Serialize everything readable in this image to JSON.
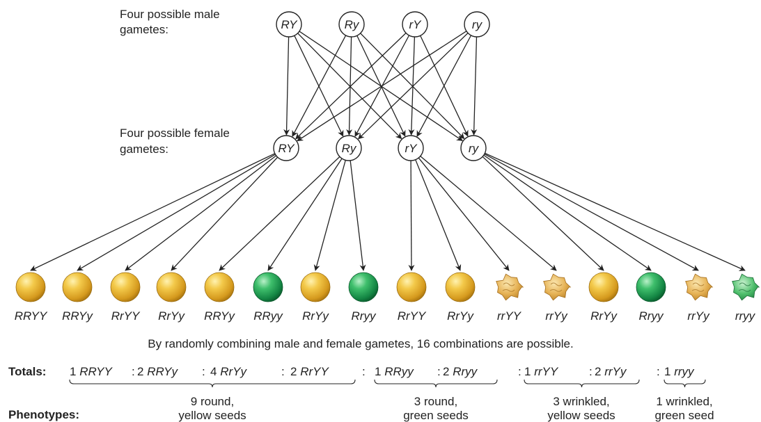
{
  "male_label": [
    "Four possible male",
    "gametes:"
  ],
  "female_label": [
    "Four possible female",
    "gametes:"
  ],
  "male_gametes": [
    "RY",
    "Ry",
    "rY",
    "ry"
  ],
  "female_gametes": [
    "RY",
    "Ry",
    "rY",
    "ry"
  ],
  "offspring": [
    {
      "genotype": "RRYY",
      "seed": "round-yellow"
    },
    {
      "genotype": "RRYy",
      "seed": "round-yellow"
    },
    {
      "genotype": "RrYY",
      "seed": "round-yellow"
    },
    {
      "genotype": "RrYy",
      "seed": "round-yellow"
    },
    {
      "genotype": "RRYy",
      "seed": "round-yellow"
    },
    {
      "genotype": "RRyy",
      "seed": "round-green"
    },
    {
      "genotype": "RrYy",
      "seed": "round-yellow"
    },
    {
      "genotype": "Rryy",
      "seed": "round-green"
    },
    {
      "genotype": "RrYY",
      "seed": "round-yellow"
    },
    {
      "genotype": "RrYy",
      "seed": "round-yellow"
    },
    {
      "genotype": "rrYY",
      "seed": "wrinkled-yellow"
    },
    {
      "genotype": "rrYy",
      "seed": "wrinkled-yellow"
    },
    {
      "genotype": "RrYy",
      "seed": "round-yellow"
    },
    {
      "genotype": "Rryy",
      "seed": "round-green"
    },
    {
      "genotype": "rrYy",
      "seed": "wrinkled-yellow"
    },
    {
      "genotype": "rryy",
      "seed": "wrinkled-green"
    }
  ],
  "caption": "By randomly combining male and female gametes, 16 combinations are possible.",
  "totals_label": "Totals:",
  "totals": [
    {
      "count": "1",
      "genotype": "RRYY"
    },
    {
      "count": "2",
      "genotype": "RRYy"
    },
    {
      "count": "4",
      "genotype": "RrYy"
    },
    {
      "count": "2",
      "genotype": "RrYY"
    },
    {
      "count": "1",
      "genotype": "RRyy"
    },
    {
      "count": "2",
      "genotype": "Rryy"
    },
    {
      "count": "1",
      "genotype": "rrYY"
    },
    {
      "count": "2",
      "genotype": "rrYy"
    },
    {
      "count": "1",
      "genotype": "rryy"
    }
  ],
  "separator": ":",
  "phenotypes_label": "Phenotypes:",
  "phenotypes": [
    {
      "line1": "9 round,",
      "line2": "yellow seeds"
    },
    {
      "line1": "3 round,",
      "line2": "green seeds"
    },
    {
      "line1": "3 wrinkled,",
      "line2": "yellow seeds"
    },
    {
      "line1": "1 wrinkled,",
      "line2": "green seed"
    }
  ],
  "colors": {
    "yellow": "#e8b632",
    "green": "#1f9a4e",
    "text": "#222222",
    "line": "#222222"
  }
}
